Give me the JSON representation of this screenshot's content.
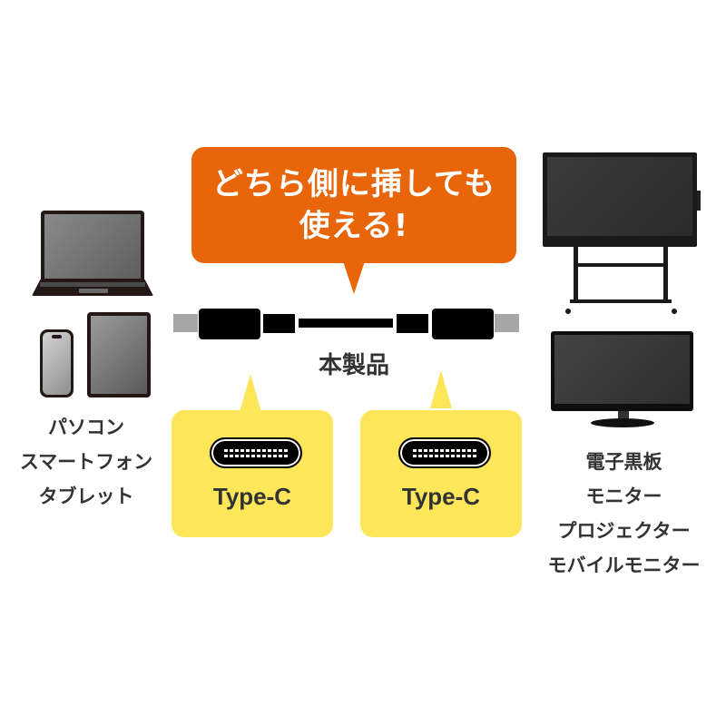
{
  "headline_bubble": {
    "line1": "どちら側に挿しても",
    "line2": "使える!",
    "color": "#e8650a"
  },
  "product": {
    "label": "本製品"
  },
  "connectors": [
    {
      "label": "Type-C",
      "icon": "usb-type-c-port-icon",
      "color": "#fde65a"
    },
    {
      "label": "Type-C",
      "icon": "usb-type-c-port-icon",
      "color": "#fde65a"
    }
  ],
  "left_devices": {
    "icons": [
      "laptop-icon",
      "smartphone-icon",
      "tablet-icon"
    ],
    "labels": [
      "パソコン",
      "スマートフォン",
      "タブレット"
    ]
  },
  "right_devices": {
    "icons": [
      "electronic-whiteboard-icon",
      "monitor-icon"
    ],
    "labels": [
      "電子黒板",
      "モニター",
      "プロジェクター",
      "モバイルモニター"
    ]
  }
}
